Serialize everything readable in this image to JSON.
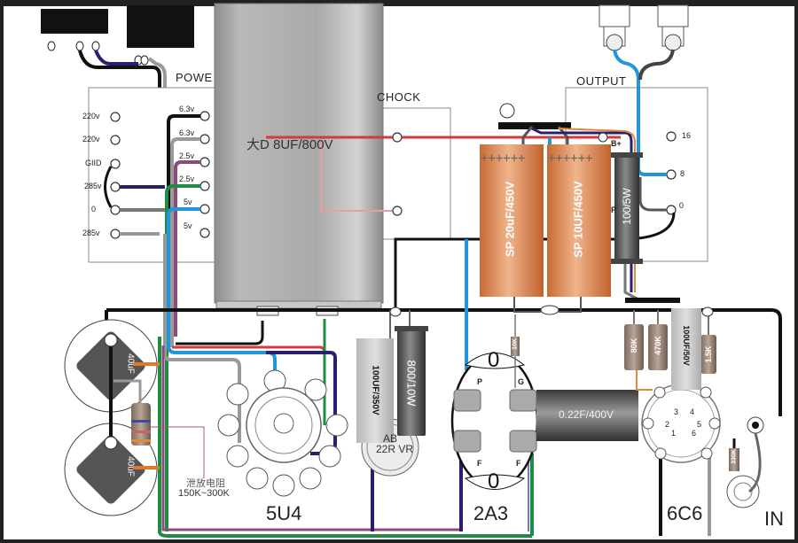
{
  "power_transformer": {
    "title": "POWE",
    "primary_taps": [
      "220v",
      "220v",
      "GIID",
      "285v",
      "0",
      "285v"
    ],
    "secondary_taps": [
      "6.3v",
      "6.3v",
      "2.5v",
      "2.5v",
      "5v",
      "5v"
    ]
  },
  "filter_capacitor": {
    "label": "大D  8UF/800V"
  },
  "choke": {
    "title": "CHOCK"
  },
  "output_transformer": {
    "title": "OUTPUT",
    "taps": [
      "16",
      "8",
      "0"
    ],
    "primary_labels": [
      "B+",
      "P"
    ]
  },
  "electrolytics": {
    "cap1": "SP 20uF/450V",
    "cap2": "SP 10UF/450V"
  },
  "resistor_power": "100/5W",
  "bridge_caps": {
    "top": "40uF",
    "bottom": "40uF"
  },
  "bleeder": {
    "title": "泄放电阻",
    "range": "150K~300K"
  },
  "rect_tube": {
    "label": "5U4"
  },
  "cathode_cap": "100UF/350V",
  "cathode_resistor": "800/10W",
  "hum_pot": {
    "line1": "AB",
    "line2": "22R VR"
  },
  "output_tube": {
    "label": "2A3",
    "pins": [
      "P",
      "G",
      "F",
      "F"
    ],
    "socket_marks": [
      "0",
      "0"
    ]
  },
  "coupling_cap": "0.22F/400V",
  "grid_resistor": "10K",
  "driver_resistors": [
    "80K",
    "470K",
    "1.5K"
  ],
  "driver_cap": "100UF/50V",
  "driver_tube": {
    "label": "6C6",
    "pins": [
      "3",
      "4",
      "2",
      "5",
      "1",
      "6"
    ]
  },
  "input_resistor": "330K",
  "input": {
    "label": "IN"
  }
}
